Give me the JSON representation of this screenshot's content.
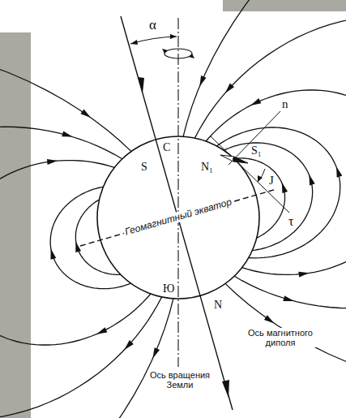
{
  "diagram": {
    "labels": [
      "α",
      "С",
      "S",
      "N₁",
      "S₁",
      "n",
      "J",
      "τ",
      "Геомагнитный экватор",
      "Ю",
      "N",
      "Ось магнитного диполя",
      "Ось вращения Земли"
    ]
  }
}
